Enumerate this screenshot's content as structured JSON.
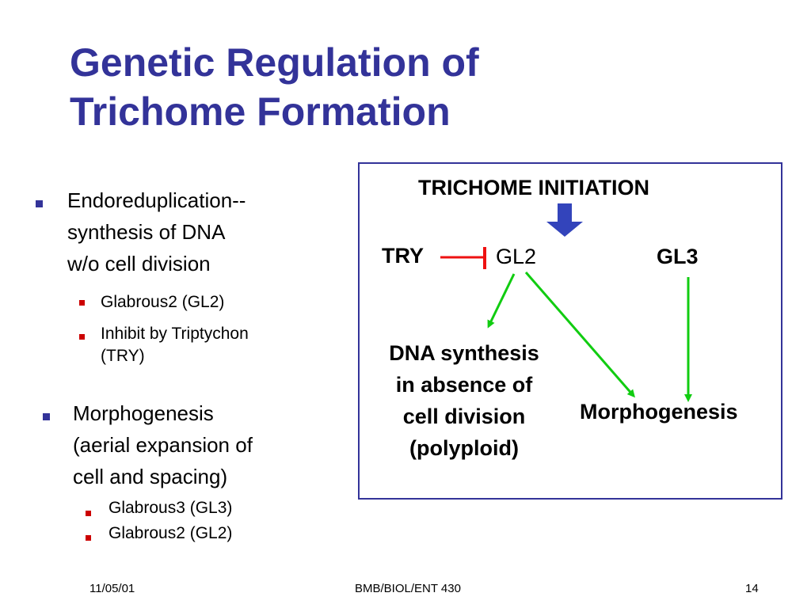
{
  "slide": {
    "title_lines": [
      "Genetic Regulation of",
      "Trichome Formation"
    ],
    "bullets": [
      {
        "lines": [
          "Endoreduplication--",
          "synthesis of DNA",
          "w/o cell division"
        ],
        "sub": [
          {
            "lines": [
              "Glabrous2 (GL2)"
            ]
          },
          {
            "lines": [
              "Inhibit by Triptychon",
              "(TRY)"
            ]
          }
        ]
      },
      {
        "lines": [
          "Morphogenesis",
          "(aerial expansion of",
          "cell and spacing)"
        ],
        "sub": [
          {
            "lines": [
              "Glabrous3 (GL3)"
            ]
          },
          {
            "lines": [
              "Glabrous2 (GL2)"
            ]
          }
        ]
      }
    ]
  },
  "diagram": {
    "initiation": "TRICHOME INITIATION",
    "try": "TRY",
    "gl2": "GL2",
    "gl3": "GL3",
    "dna_lines": [
      "DNA synthesis",
      "in absence of",
      "cell division",
      "(polyploid)"
    ],
    "morphogenesis": "Morphogenesis",
    "colors": {
      "box_border": "#333399",
      "down_arrow": "#3344bb",
      "inhibit": "#ee1111",
      "activation": "#11cc11"
    }
  },
  "footer": {
    "date": "11/05/01",
    "course": "BMB/BIOL/ENT 430",
    "page": "14"
  }
}
